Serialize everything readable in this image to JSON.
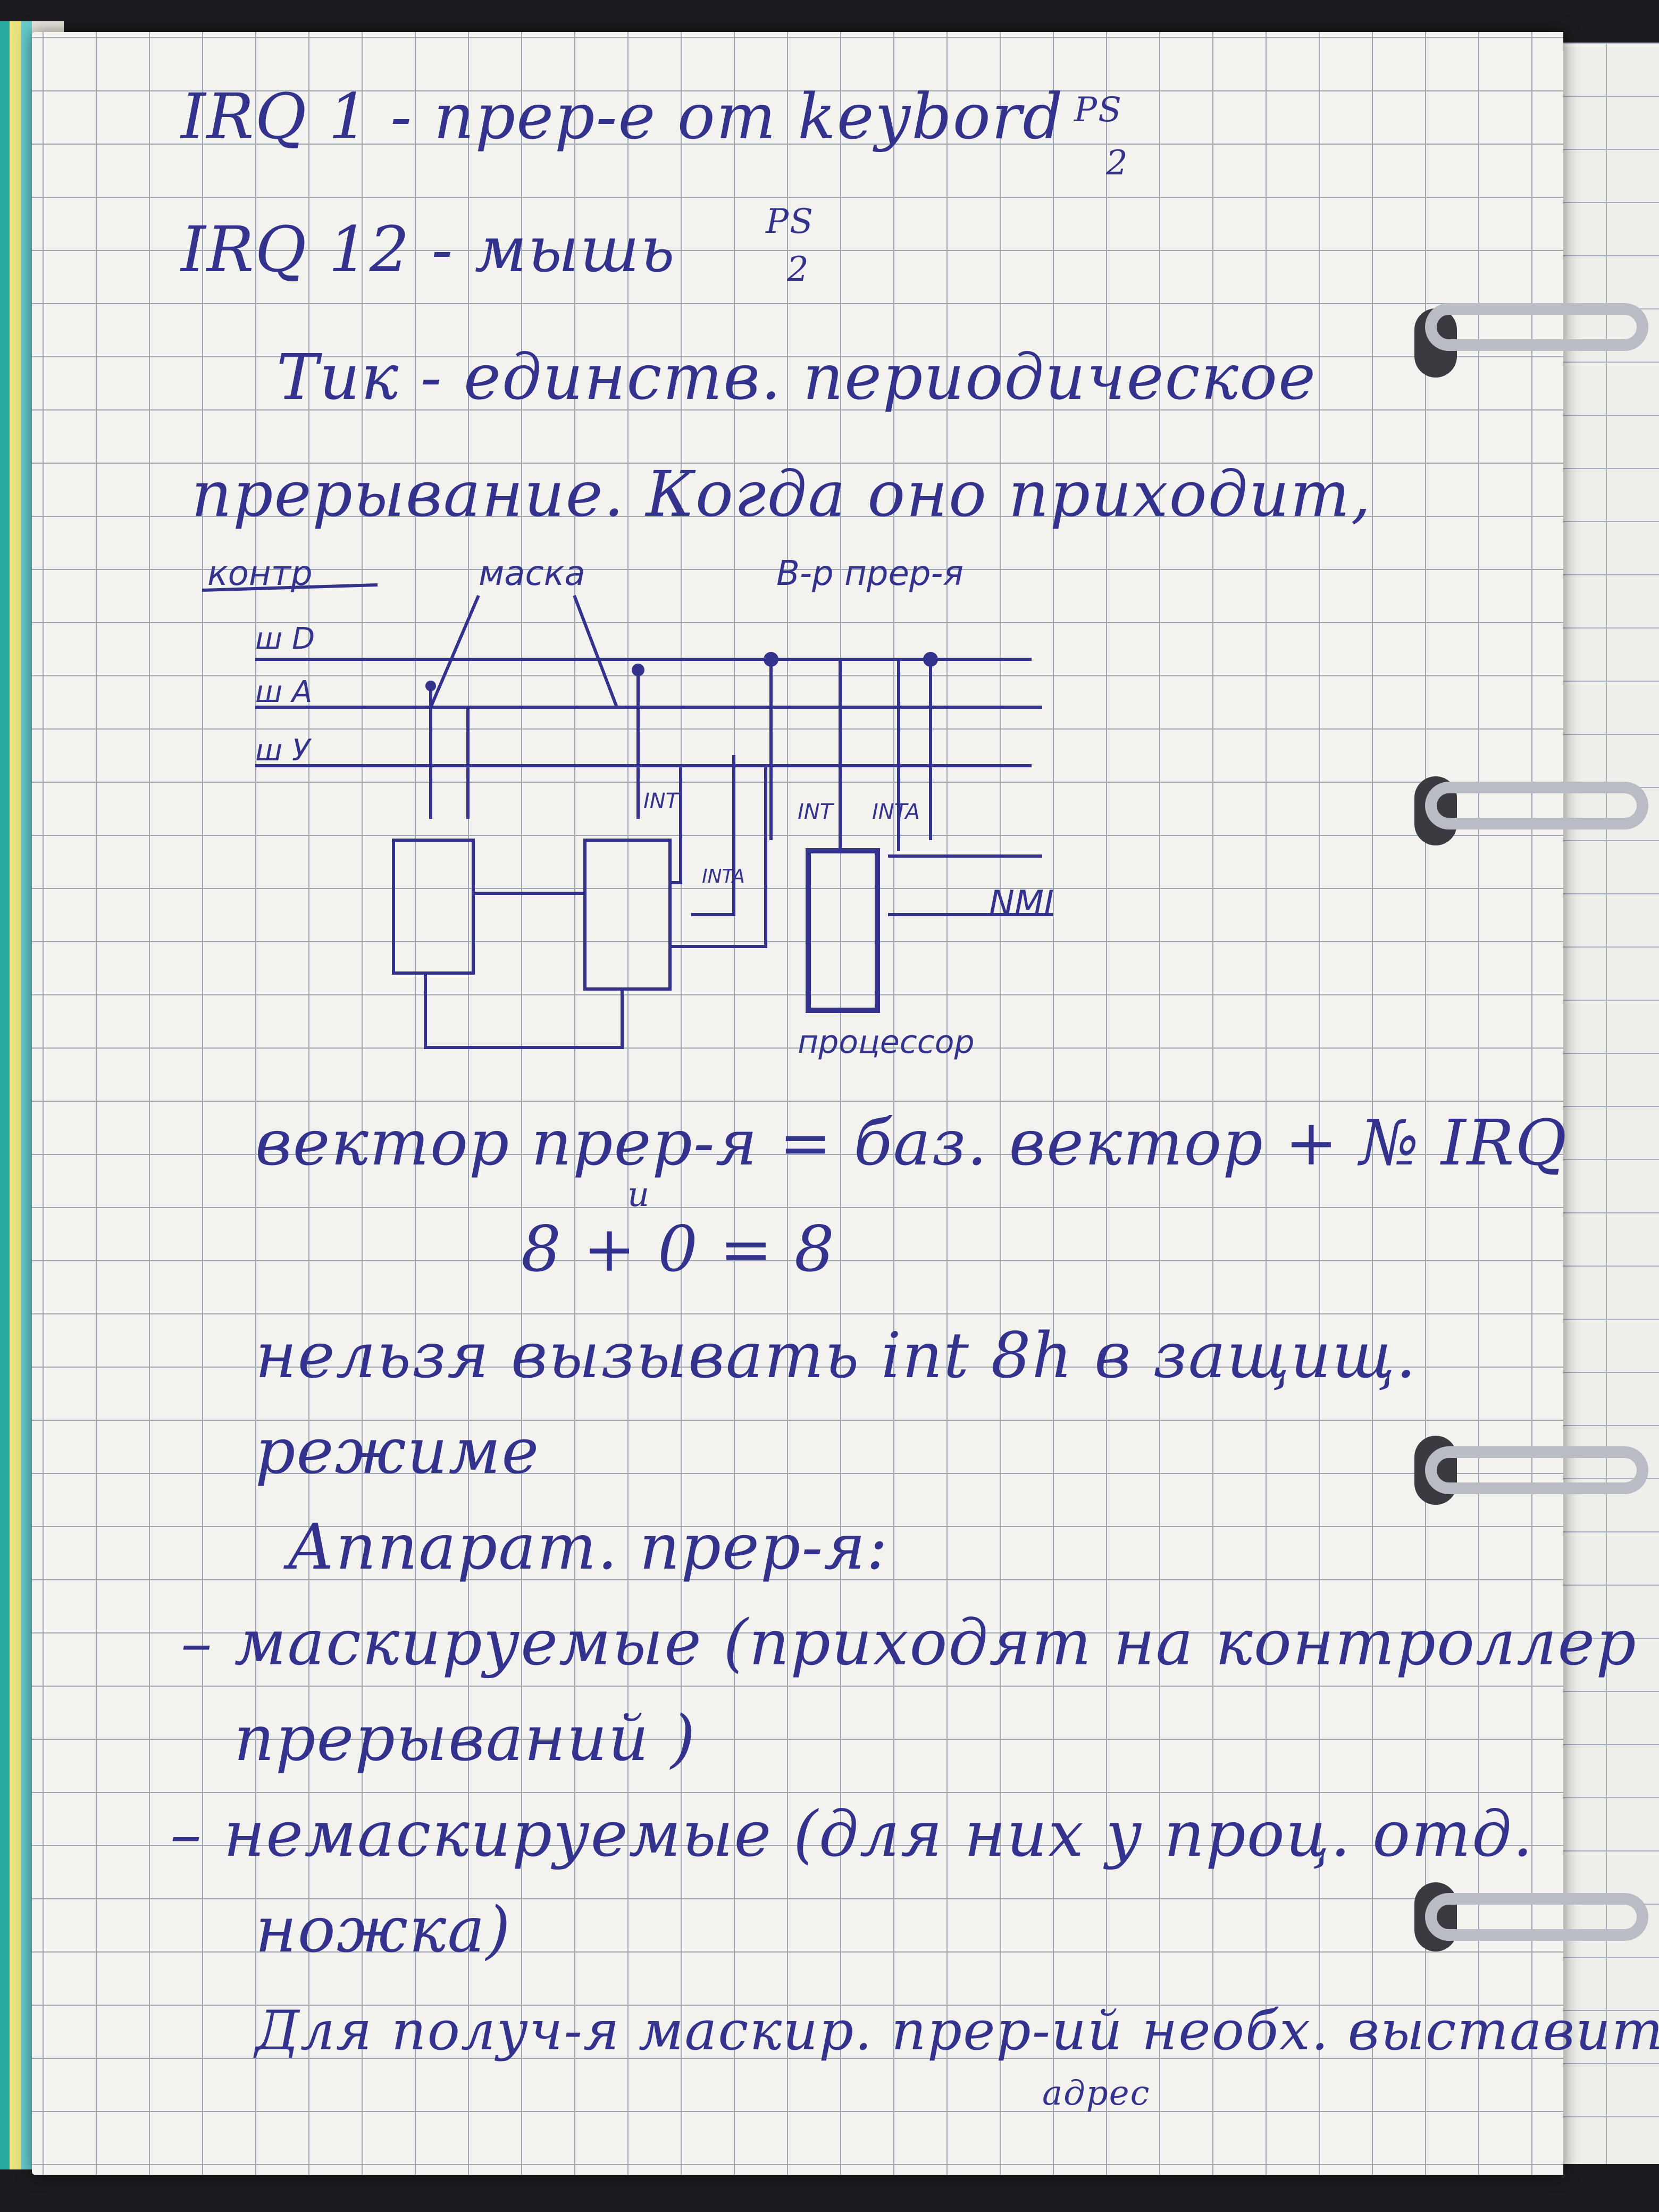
{
  "lines": {
    "irq1": "IRQ 1 - прер-е от keybord",
    "irq1_sup": "PS",
    "irq1_sub": "2",
    "irq12": "IRQ 12 - мышь",
    "irq12_sup": "PS",
    "irq12_sub": "2",
    "tick1": "Тик - единств. периодическое",
    "tick2": "прерывание. Когда оно приходит,",
    "vector_formula": "вектор прер-я = баз. вектор + № IRQ",
    "vector_example": "8 + 0 = 8",
    "vector_example_mark": "и",
    "nelzya1": "нельзя вызывать int 8h в защищ.",
    "nelzya2": "режиме",
    "apparat": "Аппарат. прер-я:",
    "mask1": "– маскируемые (приходят на контроллер",
    "mask2": "прерываний )",
    "nonmask1": "– немаскируемые (для них у проц. отд.",
    "nonmask2": "ножка)",
    "last1": "Для получ-я маскир. прер-ий необх. выставить",
    "last2": "адрес"
  },
  "diagram": {
    "struck": "контр",
    "label_maska": "маска",
    "label_vp": "В-р прер-я",
    "bus_d": "ш D",
    "bus_a": "ш A",
    "bus_u": "ш У",
    "int1": "INT",
    "int2": "INT",
    "inta1": "INTA",
    "inta2": "INTA",
    "nmi": "NMI",
    "cpu_label": "процессор"
  },
  "colors": {
    "ink": "#33338e",
    "grid": "#9aa6b6",
    "paper": "#f3f2ee"
  }
}
